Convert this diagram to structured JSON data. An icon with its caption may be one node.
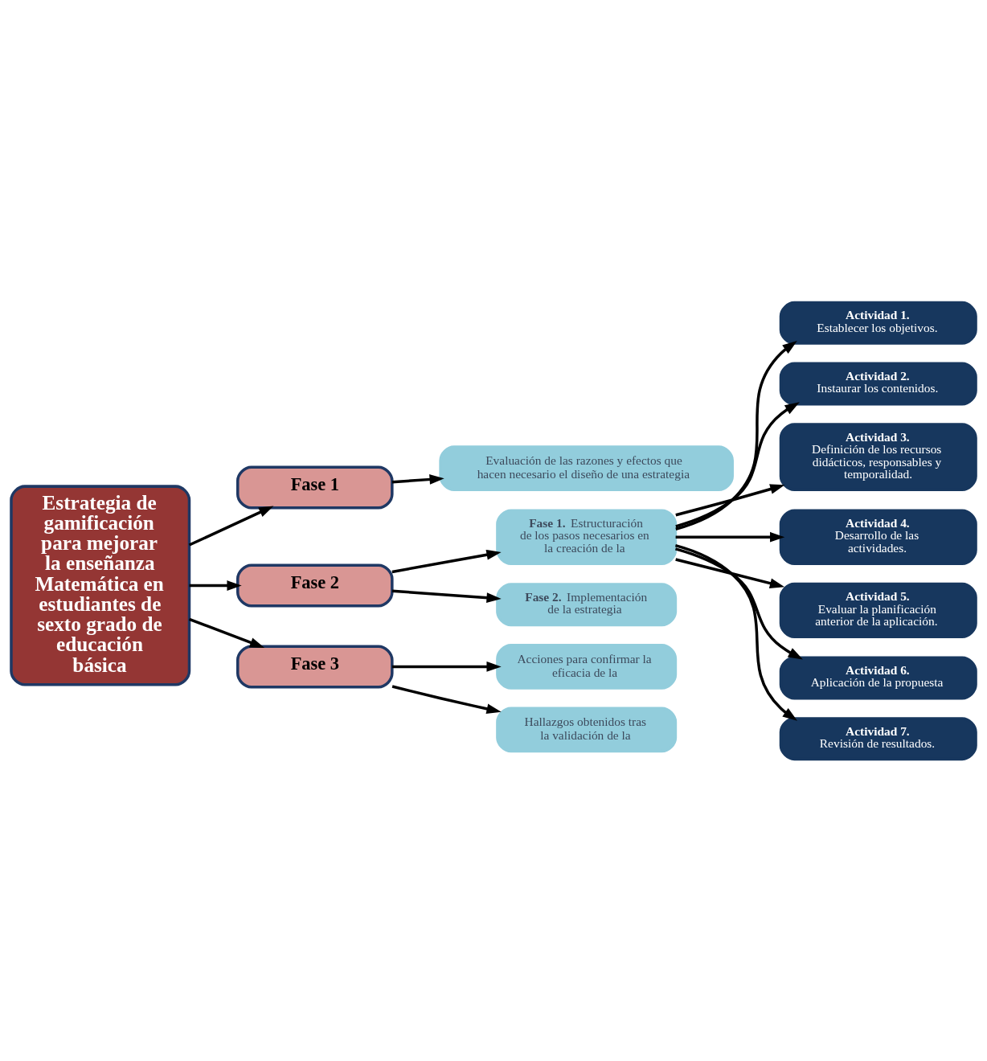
{
  "diagram": {
    "nodes": [
      {
        "text": [
          "Estrategia de gamificación para mejorar la enseñanza Matemática en estudiantes de sexto grado de educación básica"
        ]
      },
      {
        "text": [
          "Fase 1"
        ]
      },
      {
        "text": [
          "Evaluación de las razones y efectos que hacen necesario el diseño de una estrategia"
        ]
      },
      {
        "text": [
          "Fase 2"
        ]
      },
      {
        "text": [
          "**Fase 1.** Estructuración de los pasos necesarios en la creación de la"
        ]
      },
      {
        "text": [
          "**Fase 2.** Implementación de la estrategia"
        ]
      },
      {
        "text": [
          "Actividad 1.",
          "Establecer los objetivos."
        ]
      },
      {
        "text": [
          "Actividad 2.",
          "Instaurar los contenidos."
        ]
      },
      {
        "text": [
          "Actividad 3.",
          "Definición de los recursos didácticos, responsables y temporalidad."
        ]
      },
      {
        "text": [
          "Actividad 4.",
          "Desarrollo de las actividades."
        ]
      },
      {
        "text": [
          "Actividad 5.",
          "Evaluar la planificación anterior de la aplicación."
        ]
      },
      {
        "text": [
          "Actividad 6.",
          "Aplicación de la propuesta"
        ]
      },
      {
        "text": [
          "Actividad 7.",
          "Revisión de resultados."
        ]
      },
      {
        "text": [
          "Fase 3"
        ]
      },
      {
        "text": [
          "Acciones para confirmar la eficacia de la"
        ]
      },
      {
        "text": [
          "Hallazgos obtenidos tras la validación de la"
        ]
      }
    ],
    "edges": [
      {
        "from": 0,
        "to": 1,
        "arrow": "to"
      },
      {
        "from": 0,
        "to": 3,
        "arrow": "to"
      },
      {
        "from": 0,
        "to": 13,
        "arrow": "to"
      },
      {
        "from": 1,
        "to": 2,
        "arrow": "to"
      },
      {
        "from": 3,
        "to": 4,
        "arrow": "to"
      },
      {
        "from": 3,
        "to": 5,
        "arrow": "to"
      },
      {
        "from": 4,
        "to": 6,
        "arrow": "to"
      },
      {
        "from": 4,
        "to": 7,
        "arrow": "to"
      },
      {
        "from": 4,
        "to": 8,
        "arrow": "to"
      },
      {
        "from": 4,
        "to": 9,
        "arrow": "to"
      },
      {
        "from": 4,
        "to": 10,
        "arrow": "to"
      },
      {
        "from": 4,
        "to": 11,
        "arrow": "to"
      },
      {
        "from": 4,
        "to": 12,
        "arrow": "to"
      },
      {
        "from": 13,
        "to": 14,
        "arrow": "to"
      },
      {
        "from": 13,
        "to": 15,
        "arrow": "to"
      }
    ]
  }
}
